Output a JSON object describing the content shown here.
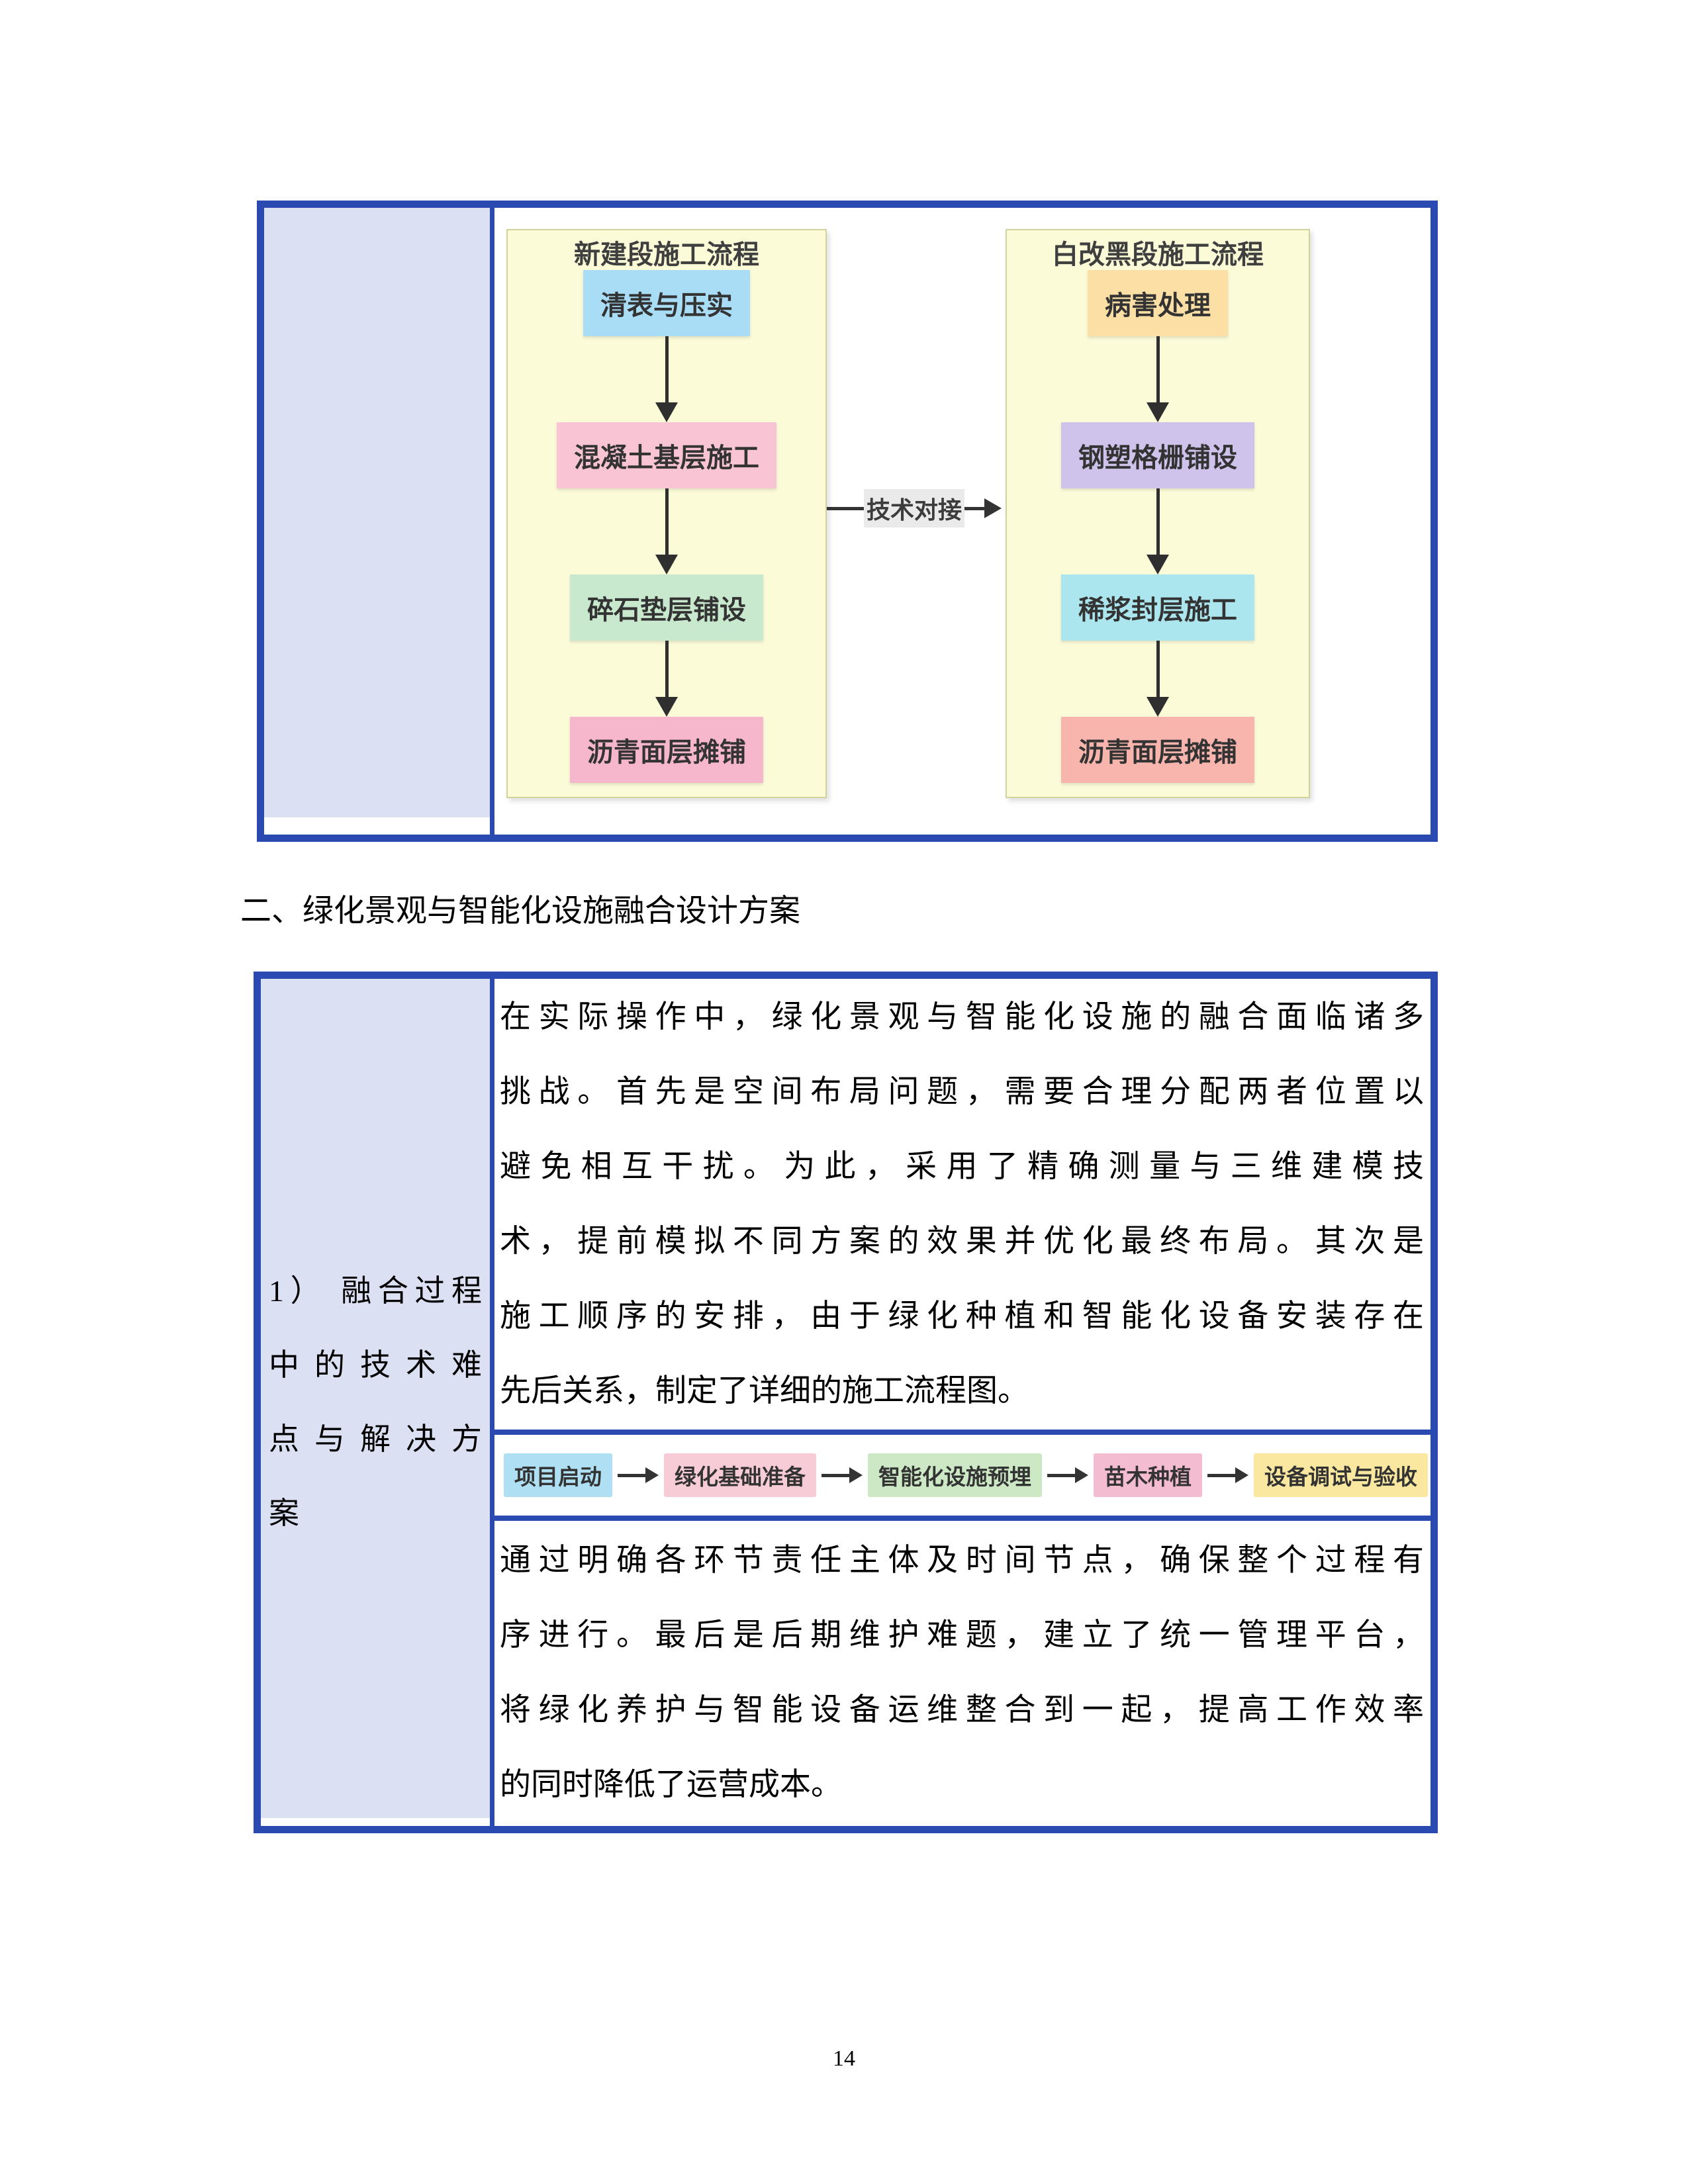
{
  "section_heading": "二、绿化景观与智能化设施融合设计方案",
  "page_number": "14",
  "colors": {
    "table_border": "#2b4ab1",
    "label_cell_bg": "#dbe0f3",
    "panel_bg": "#fbfbd8",
    "panel_border": "#d2d29c",
    "connector_label_bg": "#eaeaea",
    "arrow": "#2f2f2f"
  },
  "construction_flowchart": {
    "new_section": {
      "title": "新建段施工流程",
      "steps": [
        {
          "label": "清表与压实",
          "color": "#a8ddf5"
        },
        {
          "label": "混凝土基层施工",
          "color": "#f9c5d5"
        },
        {
          "label": "碎石垫层铺设",
          "color": "#c9e9cf"
        },
        {
          "label": "沥青面层摊铺",
          "color": "#f6b6cb"
        }
      ]
    },
    "white_to_black_section": {
      "title": "白改黑段施工流程",
      "steps": [
        {
          "label": "病害处理",
          "color": "#fbdfa5"
        },
        {
          "label": "钢塑格栅铺设",
          "color": "#cfc3ec"
        },
        {
          "label": "稀浆封层施工",
          "color": "#abe5ee"
        },
        {
          "label": "沥青面层摊铺",
          "color": "#f7b5ad"
        }
      ]
    },
    "connector_label": "技术对接"
  },
  "fusion_table": {
    "row_label_lines": [
      "1） 融合过程",
      "中的技术难",
      "点与解决方",
      "案"
    ],
    "paragraph1_lines": [
      "在实际操作中，绿化景观与智能化设施的融合面临诸多",
      "挑战。首先是空间布局问题，需要合理分配两者位置以",
      "避免相互干扰。为此，采用了精确测量与三维建模技",
      "术，提前模拟不同方案的效果并优化最终布局。其次是",
      "施工顺序的安排，由于绿化种植和智能化设备安装存在",
      "先后关系，制定了详细的施工流程图。"
    ],
    "process_flowchart": {
      "steps": [
        {
          "label": "项目启动",
          "color": "#aedff2"
        },
        {
          "label": "绿化基础准备",
          "color": "#f8ccd6"
        },
        {
          "label": "智能化设施预埋",
          "color": "#cde8c5"
        },
        {
          "label": "苗木种植",
          "color": "#f4bcd0"
        },
        {
          "label": "设备调试与验收",
          "color": "#fae7a0"
        }
      ]
    },
    "paragraph2_lines": [
      "通过明确各环节责任主体及时间节点，确保整个过程有",
      "序进行。最后是后期维护难题，建立了统一管理平台，",
      "将绿化养护与智能设备运维整合到一起，提高工作效率",
      "的同时降低了运营成本。"
    ]
  }
}
